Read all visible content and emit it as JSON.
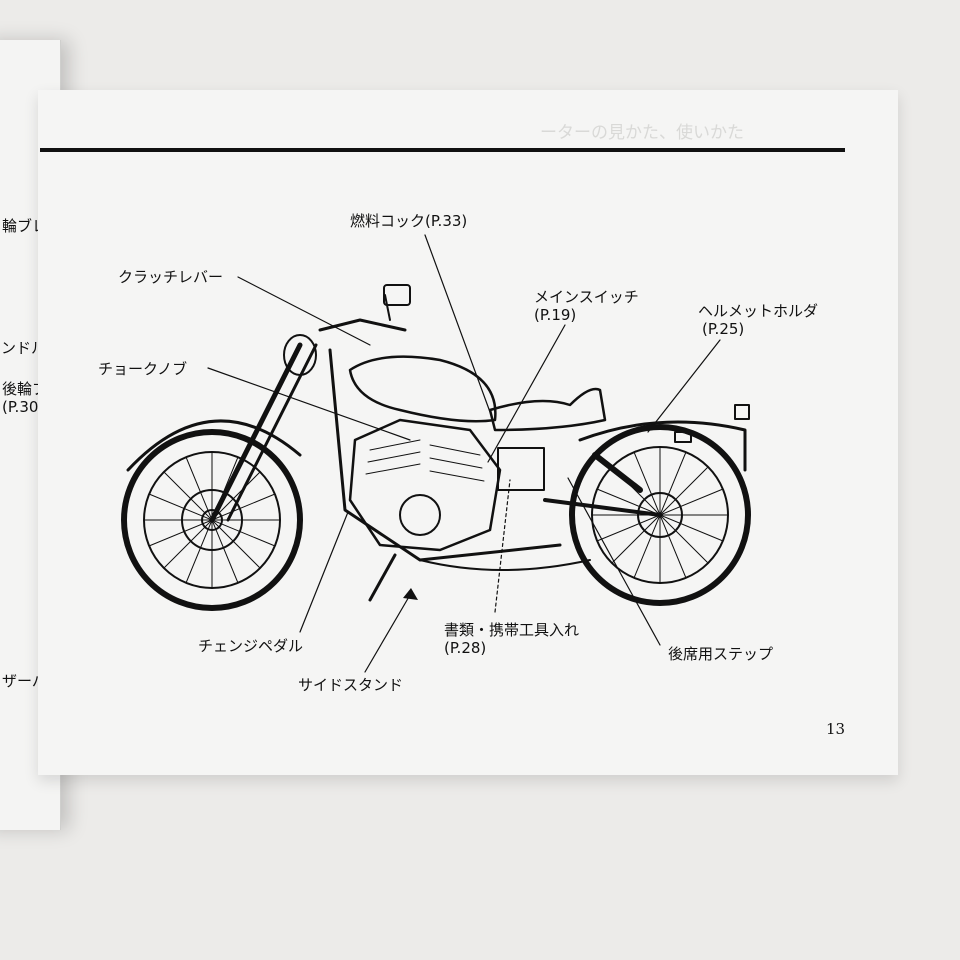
{
  "left_page": {
    "fragments": [
      "輪ブレ",
      "ハンドル",
      "後輪ブ",
      "(P.30",
      "ザーバ"
    ]
  },
  "section_title_ghost": "ーターの見かた、使いかた",
  "callouts": {
    "fuel_cock": "燃料コック(P.33)",
    "clutch_lever": "クラッチレバー",
    "main_switch": "メインスイッチ",
    "main_switch_page": "(P.19)",
    "helmet_holder": "ヘルメットホルダ",
    "helmet_holder_page": "(P.25)",
    "choke_knob": "チョークノブ",
    "document_tool_box": "書類・携帯工具入れ",
    "document_tool_box_page": "(P.28)",
    "change_pedal": "チェンジペダル",
    "side_stand": "サイドスタンド",
    "rear_step": "後席用ステップ"
  },
  "page_number": "13"
}
